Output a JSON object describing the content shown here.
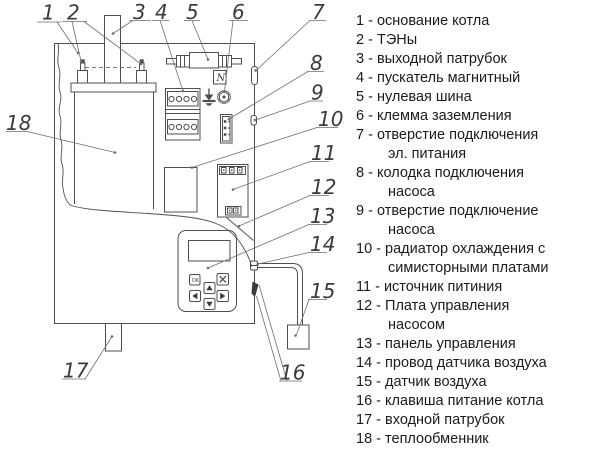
{
  "colors": {
    "drawing_line": "#4f4f4f",
    "leader_line": "#6e6e6e",
    "text": "#1b1b1b"
  },
  "diagram": {
    "neutral_bus_label": "N",
    "ok_button_label": "OK",
    "callouts": [
      "1",
      "2",
      "3",
      "4",
      "5",
      "6",
      "7",
      "8",
      "9",
      "10",
      "11",
      "12",
      "13",
      "14",
      "15",
      "16",
      "17",
      "18"
    ]
  },
  "legend": {
    "sep": " - ",
    "items": [
      {
        "num": "1",
        "label": "основание котла"
      },
      {
        "num": "2",
        "label": "ТЭНы"
      },
      {
        "num": "3",
        "label": "выходной патрубок"
      },
      {
        "num": "4",
        "label": "пускатель магнитный"
      },
      {
        "num": "5",
        "label": "нулевая шина"
      },
      {
        "num": "6",
        "label": "клемма заземления"
      },
      {
        "num": "7",
        "label": "отверстие подключения\nэл. питания"
      },
      {
        "num": "8",
        "label": "колодка подключения\nнасоса"
      },
      {
        "num": "9",
        "label": "отверстие подключение\nнасоса"
      },
      {
        "num": "10",
        "label": "радиатор охлаждения с\nсимисторными платами"
      },
      {
        "num": "11",
        "label": "источник питиния"
      },
      {
        "num": "12",
        "label": "Плата управления\nнасосом"
      },
      {
        "num": "13",
        "label": "панель управления"
      },
      {
        "num": "14",
        "label": "провод датчика воздуха"
      },
      {
        "num": "15",
        "label": "датчик воздуха"
      },
      {
        "num": "16",
        "label": "клавиша питание котла"
      },
      {
        "num": "17",
        "label": "входной патрубок"
      },
      {
        "num": "18",
        "label": "теплообменник"
      }
    ]
  }
}
